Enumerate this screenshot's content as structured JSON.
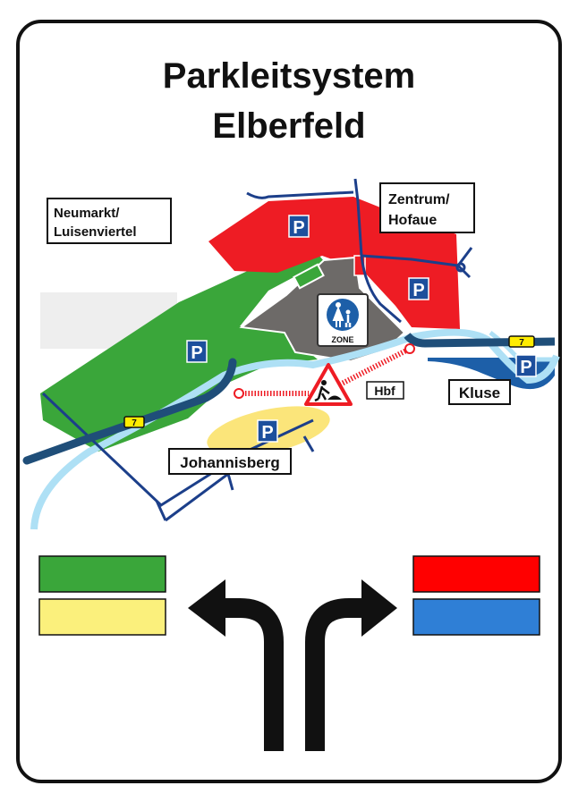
{
  "sign": {
    "title_line1": "Parkleitsystem",
    "title_line2": "Elberfeld"
  },
  "map": {
    "districts": {
      "neumarkt_line1": "Neumarkt/",
      "neumarkt_line2": "Luisenviertel",
      "zentrum_line1": "Zentrum/",
      "zentrum_line2": "Hofaue",
      "hbf": "Hbf",
      "kluse": "Kluse",
      "johannisberg": "Johannisberg"
    },
    "parking_symbol": "P",
    "pedestrian_zone_label": "ZONE",
    "road_number": "7"
  },
  "colors": {
    "green": "#3aa63a",
    "yellow": "#fbe57a",
    "red": "#ee1c24",
    "blue": "#2f7fd6",
    "gray": "#6d6a68",
    "navy": "#1c3f8a",
    "river": "#aee0f5",
    "road": "#1f4e79"
  }
}
